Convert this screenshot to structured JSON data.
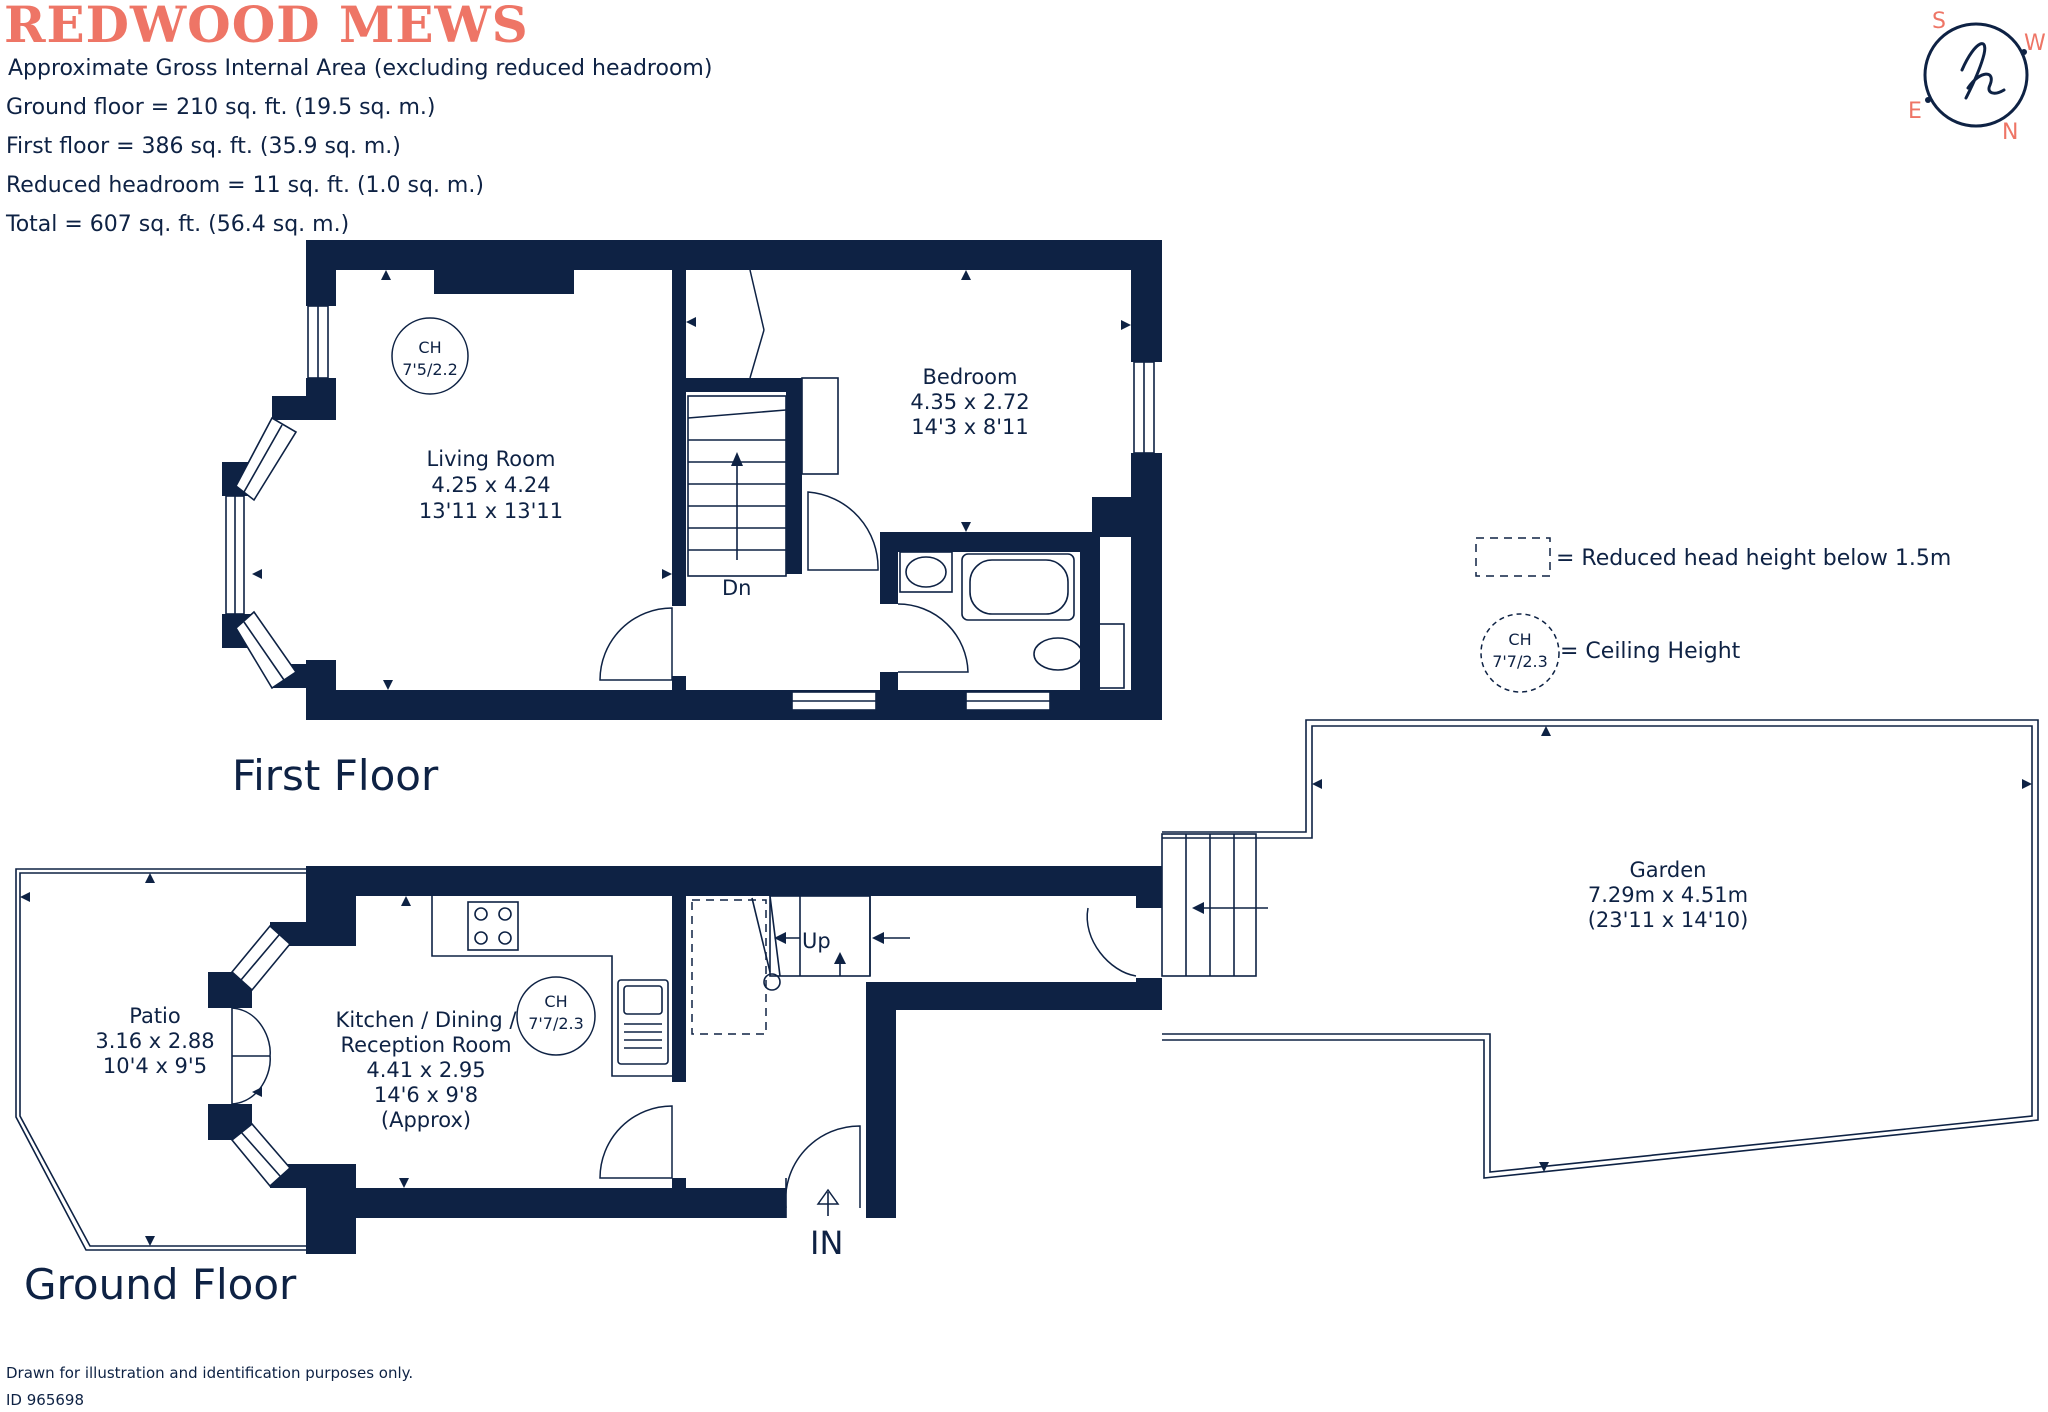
{
  "brand": "REDWOOD MEWS",
  "compass": {
    "s": "S",
    "w": "W",
    "e": "E",
    "n": "N"
  },
  "area_info": {
    "heading": "Approximate Gross Internal Area (excluding reduced headroom)",
    "ground": "Ground floor = 210 sq. ft. (19.5 sq. m.)",
    "first": "First floor  = 386 sq. ft. (35.9 sq. m.)",
    "reduced": "Reduced headroom = 11 sq. ft. (1.0 sq. m.)",
    "total": "Total =  607 sq. ft. (56.4 sq. m.)"
  },
  "first_floor": {
    "label": "First Floor",
    "living": {
      "name": "Living Room",
      "metric": "4.25 x 4.24",
      "imperial": "13'11 x 13'11"
    },
    "living_ch": {
      "label": "CH",
      "value": "7'5/2.2"
    },
    "bedroom": {
      "name": "Bedroom",
      "metric": "4.35 x 2.72",
      "imperial": "14'3 x 8'11"
    },
    "stairs": "Dn"
  },
  "ground_floor": {
    "label": "Ground Floor",
    "patio": {
      "name": "Patio",
      "metric": "3.16 x 2.88",
      "imperial": "10'4 x 9'5"
    },
    "kitchen": {
      "line1": "Kitchen / Dining /",
      "line2": "Reception Room",
      "metric": "4.41 x 2.95",
      "imperial": "14'6 x 9'8",
      "note": "(Approx)"
    },
    "kitchen_ch": {
      "label": "CH",
      "value": "7'7/2.3"
    },
    "stairs": "Up",
    "entrance": "IN",
    "garden": {
      "name": "Garden",
      "metric": "7.29m x 4.51m",
      "imperial": "(23'11 x 14'10)"
    }
  },
  "legend": {
    "reduced": "= Reduced head height below 1.5m",
    "ceiling": "= Ceiling Height",
    "ch_label": "CH",
    "ch_value": "7'7/2.3"
  },
  "footer": {
    "disclaimer": "Drawn for illustration and identification purposes only.",
    "id": "ID 965698"
  }
}
